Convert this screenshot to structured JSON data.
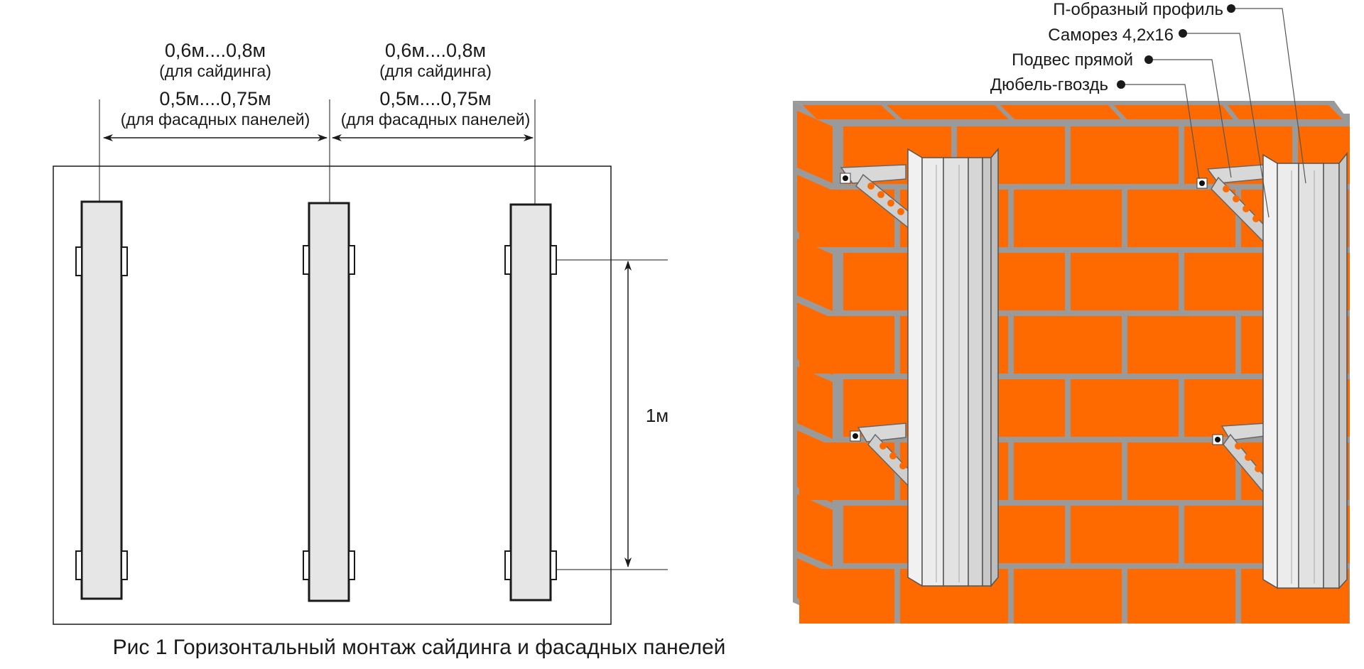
{
  "spacing": {
    "siding_range": "0,6м....0,8м",
    "siding_note": "(для сайдинга)",
    "panel_range": "0,5м....0,75м",
    "panel_note": "(для фасадных панелей)"
  },
  "vertical_dim": "1м",
  "callouts": {
    "p_profile": "П-образный профиль",
    "screw": "Саморез 4,2х16",
    "hanger": "Подвес прямой",
    "dowel": "Дюбель-гвоздь"
  },
  "caption": "Рис 1 Горизонтальный монтаж сайдинга и фасадных панелей",
  "colors": {
    "brick": "#ff6a00",
    "mortar": "#9a9a9a",
    "profile": "#e6e6e6",
    "outline": "#1a1a1a"
  }
}
